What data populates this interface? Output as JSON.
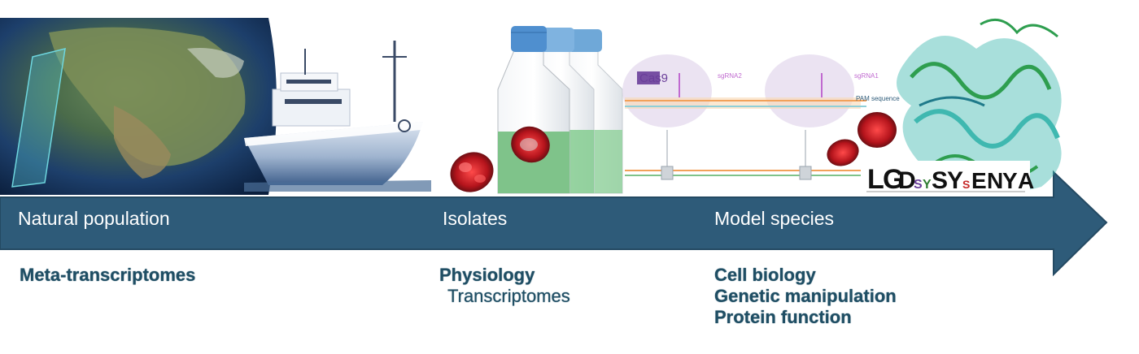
{
  "stages": [
    {
      "label": "Natural population",
      "topics": [
        {
          "text": "Meta-transcriptomes",
          "bold": true
        }
      ]
    },
    {
      "label": "Isolates",
      "topics": [
        {
          "text": "Physiology",
          "bold": true
        },
        {
          "text": "Transcriptomes",
          "bold": false
        }
      ]
    },
    {
      "label": "Model species",
      "topics": [
        {
          "text": "Cell biology",
          "bold": true
        },
        {
          "text": "Genetic manipulation",
          "bold": true
        },
        {
          "text": "Protein function",
          "bold": true
        }
      ]
    }
  ],
  "crispr": {
    "protein_label": "Cas9",
    "guide_label_1": "sgRNA2",
    "guide_label_2": "sgRNA1",
    "pam_label": "PAM sequence"
  },
  "sequence_logo": {
    "letters": [
      "L",
      "G",
      "D",
      "S",
      "Y",
      "S",
      "Y",
      "S",
      "E",
      "N",
      "Y",
      "A"
    ]
  },
  "colors": {
    "arrow": "#2e5b79",
    "arrow_border": "#244a63",
    "topic_text": "#1f4e64",
    "cas9": "#6a3e9a",
    "guide_label": "#c06ad0",
    "culture_liquid": "#7fc38a",
    "flask_cap": "#5b9bd5",
    "protein_teal": "#3fb8b0",
    "protein_green": "#2e9e4f"
  }
}
